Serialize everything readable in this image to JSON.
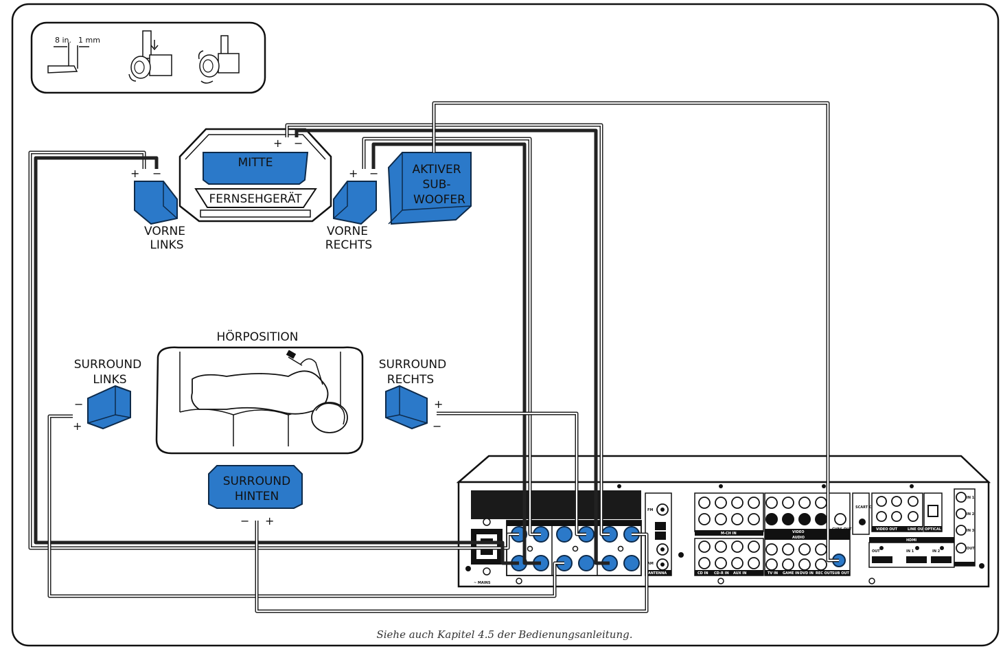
{
  "labels": {
    "mitte": "MITTE",
    "fernseher": "FERNSEHGERÄT",
    "subwoofer_line1": "AKTIVER",
    "subwoofer_line2": "SUB-",
    "subwoofer_line3": "WOOFER",
    "front_left_line1": "VORNE",
    "front_left_line2": "LINKS",
    "front_right_line1": "VORNE",
    "front_right_line2": "RECHTS",
    "listening_position": "HÖRPOSITION",
    "surround_left_line1": "SURROUND",
    "surround_left_line2": "LINKS",
    "surround_right_line1": "SURROUND",
    "surround_right_line2": "RECHTS",
    "surround_back_line1": "SURROUND",
    "surround_back_line2": "HINTEN"
  },
  "polarity": {
    "plus": "+",
    "minus": "−"
  },
  "inset": {
    "strip_length": "8 in.",
    "gap_length": "1  mm"
  },
  "caption": "Siehe auch Kapitel 4.5 der Bedienungsanleitung.",
  "receiver_labels": {
    "mains": "~ MAINS",
    "antenna": "ANTENNA",
    "fm": "FM",
    "am": "AM",
    "mch_in": "M-CH IN",
    "cd_in": "CD IN",
    "cdr_in": "CD-R IN",
    "aux_in": "AUX IN",
    "tv_in": "TV IN",
    "game_in": "GAME IN",
    "dvd_in": "DVD IN",
    "rec_out": "REC OUT",
    "sub_out": "SUB OUT",
    "video": "VIDEO",
    "audio": "AUDIO",
    "cvbs_out": "CVBS OUT",
    "scart_control": "SCART CONTROL",
    "video_out": "VIDEO OUT",
    "line_out": "LINE OUT",
    "optical_in": "OPTICAL IN",
    "hdmi": "HDMI",
    "hdmi_out": "OUT",
    "hdmi_in1": "IN 1",
    "hdmi_in2": "IN 2",
    "in1": "IN 1",
    "in2": "IN 2",
    "in3": "IN 3",
    "out": "OUT"
  },
  "colors": {
    "speaker_blue": "#2b79c9",
    "outline": "#111111",
    "background": "#ffffff"
  }
}
